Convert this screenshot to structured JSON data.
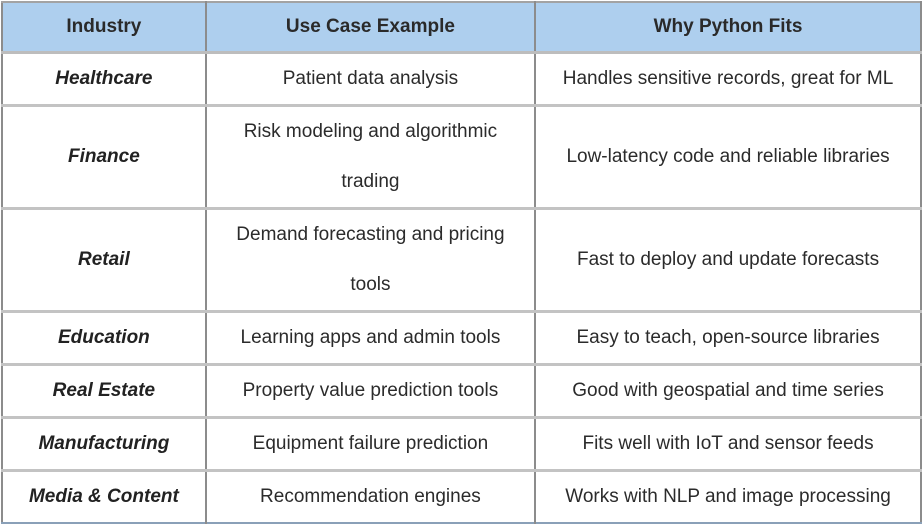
{
  "table": {
    "headers": [
      "Industry",
      "Use Case Example",
      "Why Python Fits"
    ],
    "rows": [
      {
        "industry": "Healthcare",
        "use_case": "Patient data analysis",
        "why": "Handles sensitive records, great for ML"
      },
      {
        "industry": "Finance",
        "use_case": "Risk modeling and algorithmic trading",
        "why": "Low-latency code and reliable libraries"
      },
      {
        "industry": "Retail",
        "use_case": "Demand forecasting and pricing tools",
        "why": "Fast to deploy and update forecasts"
      },
      {
        "industry": "Education",
        "use_case": "Learning apps and admin tools",
        "why": "Easy to teach, open-source libraries"
      },
      {
        "industry": "Real Estate",
        "use_case": "Property value prediction tools",
        "why": "Good with geospatial and time series"
      },
      {
        "industry": "Manufacturing",
        "use_case": "Equipment failure prediction",
        "why": "Fits well with IoT and sensor feeds"
      },
      {
        "industry": "Media & Content",
        "use_case": "Recommendation engines",
        "why": "Works with NLP and image processing"
      }
    ]
  },
  "colors": {
    "header_bg": "#aecfee",
    "text": "#2b2b2b",
    "border_vertical": "#8c8c8c",
    "border_horizontal": "#c3c3c3"
  }
}
